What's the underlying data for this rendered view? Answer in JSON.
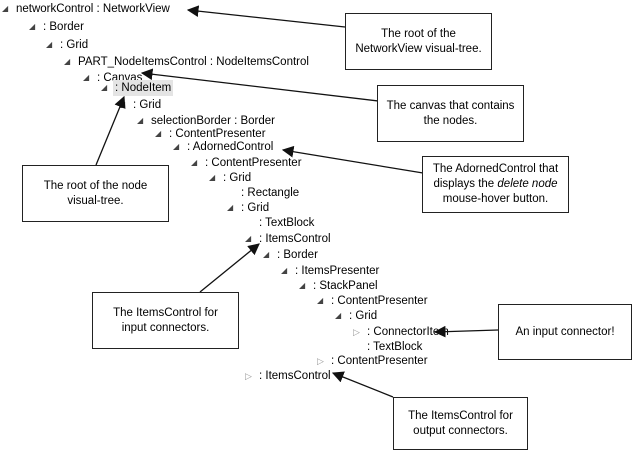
{
  "tree": {
    "rows": [
      {
        "label": "networkControl : NetworkView",
        "expanded": true
      },
      {
        "label": ": Border",
        "expanded": true
      },
      {
        "label": ": Grid",
        "expanded": true
      },
      {
        "label": "PART_NodeItemsControl : NodeItemsControl",
        "expanded": true
      },
      {
        "label": ": Canvas",
        "expanded": true
      },
      {
        "label": ": NodeItem",
        "expanded": true,
        "selected": true
      },
      {
        "label": ": Grid",
        "expanded": true
      },
      {
        "label": "selectionBorder : Border",
        "expanded": true
      },
      {
        "label": ": ContentPresenter",
        "expanded": true
      },
      {
        "label": ": AdornedControl",
        "expanded": true
      },
      {
        "label": ": ContentPresenter",
        "expanded": true
      },
      {
        "label": ": Grid",
        "expanded": true
      },
      {
        "label": ": Rectangle"
      },
      {
        "label": ": Grid",
        "expanded": true
      },
      {
        "label": ": TextBlock"
      },
      {
        "label": ": ItemsControl",
        "expanded": true
      },
      {
        "label": ": Border",
        "expanded": true
      },
      {
        "label": ": ItemsPresenter",
        "expanded": true
      },
      {
        "label": ": StackPanel",
        "expanded": true
      },
      {
        "label": ": ContentPresenter",
        "expanded": true
      },
      {
        "label": ": Grid",
        "expanded": true
      },
      {
        "label": ": ConnectorItem",
        "expanded": false
      },
      {
        "label": ": TextBlock"
      },
      {
        "label": ": ContentPresenter",
        "expanded": false
      },
      {
        "label": ": ItemsControl",
        "expanded": false
      }
    ]
  },
  "callouts": {
    "networkview_root": {
      "line1": "The root of the",
      "line2": "NetworkView visual-tree."
    },
    "canvas": {
      "line1": "The canvas that contains",
      "line2": "the nodes."
    },
    "adorned": {
      "line1": "The AdornedControl that",
      "line2a": "displays the ",
      "line2b": "delete node",
      "line3": "mouse-hover button."
    },
    "node_root": {
      "line1": "The root of the node",
      "line2": "visual-tree."
    },
    "input_items": {
      "line1": "The ItemsControl for",
      "line2": "input connectors."
    },
    "input_connector": {
      "text": "An input connector!"
    },
    "output_items": {
      "line1": "The ItemsControl for",
      "line2": "output connectors."
    }
  }
}
